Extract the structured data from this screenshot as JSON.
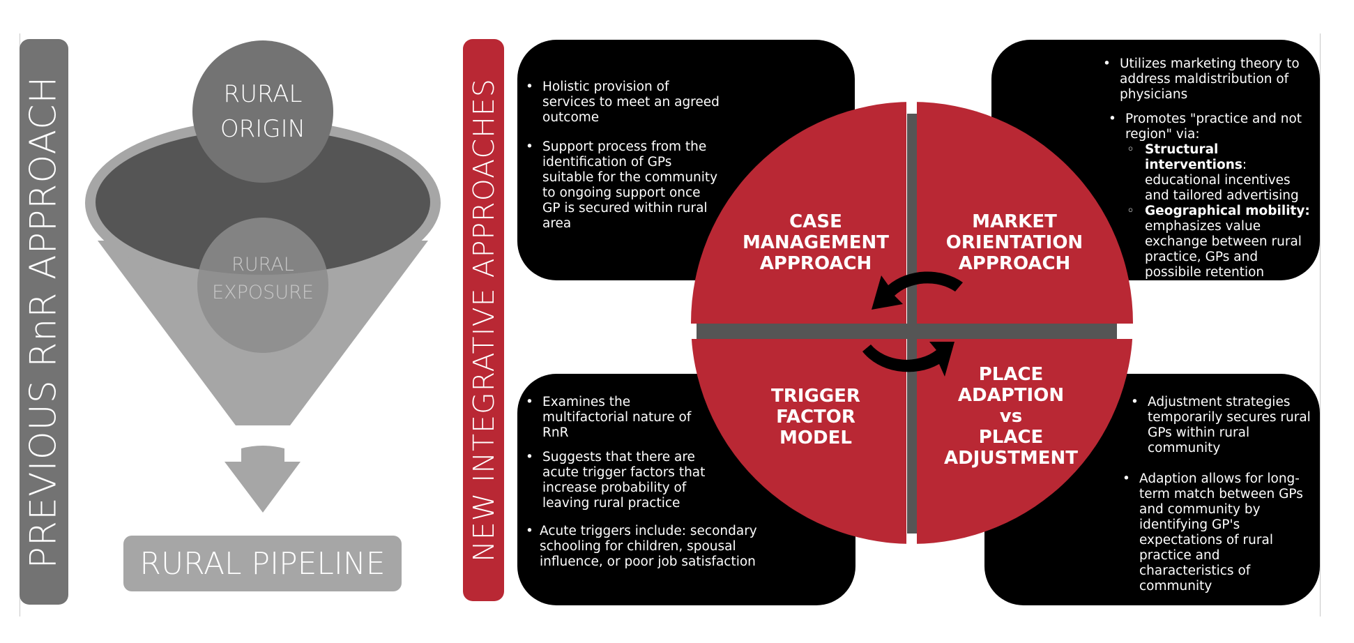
{
  "colors": {
    "previous_bar": "#737373",
    "new_bar": "#b92834",
    "quadrant_red": "#b92834",
    "divider_gray": "#555555",
    "box_black": "#000000",
    "funnel_rim": "#a6a6a6",
    "funnel_inner": "#555555",
    "funnel_body": "#a6a6a6",
    "rural_origin_circle": "#737373",
    "rural_exposure_circle": "#8c8c8c",
    "pipeline_box": "#a6a6a6"
  },
  "left_panel": {
    "vertical_title": "PREVIOUS RnR APPROACH",
    "funnel": {
      "top_circle": {
        "line1": "RURAL",
        "line2": "ORIGIN"
      },
      "inner_circle": {
        "line1": "RURAL",
        "line2": "EXPOSURE"
      }
    },
    "arrow_icon": "down-arrow-icon",
    "pipeline_label": "RURAL PIPELINE"
  },
  "right_panel": {
    "vertical_title": "NEW INTEGRATIVE APPROACHES",
    "cycle_icon": "circular-arrows-icon",
    "quadrants": [
      {
        "id": "case-management",
        "lines": [
          "CASE",
          "MANAGEMENT",
          "APPROACH"
        ]
      },
      {
        "id": "market-orientation",
        "lines": [
          "MARKET",
          "ORIENTATION",
          "APPROACH"
        ]
      },
      {
        "id": "trigger-factor",
        "lines": [
          "TRIGGER",
          "FACTOR",
          "MODEL"
        ]
      },
      {
        "id": "place-adaption",
        "lines": [
          "PLACE",
          "ADAPTION",
          "vs",
          "PLACE",
          "ADJUSTMENT"
        ]
      }
    ],
    "boxes": {
      "case_management": [
        "Holistic provision of services to meet an agreed outcome",
        "Support process from the identification of GPs suitable for the community to ongoing support once GP is secured within rural area"
      ],
      "market_orientation": {
        "bullets": [
          "Utilizes marketing theory to address maldistribution of physicians",
          "Promotes \"practice and not region\" via:"
        ],
        "sub_bullets": [
          {
            "bold": "Structural interventions",
            "text": ": educational incentives and tailored advertising"
          },
          {
            "bold": "Geographical mobility:",
            "text": " emphasizes value exchange between rural practice, GPs and possibile retention"
          }
        ]
      },
      "trigger_factor": [
        "Examines the multifactorial nature of RnR",
        "Suggests that there are acute trigger factors that increase probability of leaving rural practice",
        "Acute triggers include: secondary schooling for children, spousal influence, or poor job satisfaction"
      ],
      "place_adaption": [
        "Adjustment strategies temporarily secures rural GPs within rural community",
        "Adaption allows for long-term match between GPs and community by identifying GP's expectations of rural practice and characteristics of community"
      ]
    }
  }
}
